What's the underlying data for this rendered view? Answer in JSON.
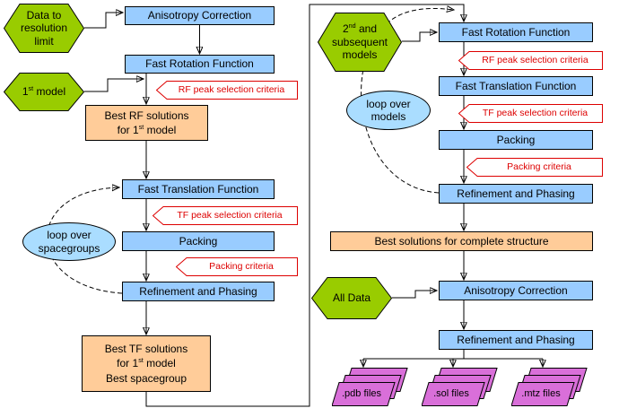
{
  "colors": {
    "canvas_bg": "#ffffff",
    "process_fill": "#99ccff",
    "result_fill": "#ffcc99",
    "input_fill": "#99cc00",
    "loop_fill": "#aaddff",
    "criteria_color": "#dd0000",
    "file_fill": "#d96fd9",
    "line_color": "#000000"
  },
  "inputs": {
    "data_to_resolution": {
      "line1": "Data to",
      "line2": "resolution",
      "line3": "limit"
    },
    "first_model": {
      "pre": "1",
      "sup": "st",
      "post": " model"
    },
    "subsequent_models": {
      "line1_pre": "2",
      "line1_sup": "nd",
      "line1_post": " and",
      "line2": "subsequent",
      "line3": "models"
    },
    "all_data": "All Data"
  },
  "left_pipeline": {
    "anisotropy_correction": "Anisotropy Correction",
    "fast_rotation_function": "Fast Rotation Function",
    "rf_criteria": "RF peak selection criteria",
    "best_rf": {
      "line1": "Best RF solutions",
      "line2_pre": "for 1",
      "line2_sup": "st",
      "line2_post": " model"
    },
    "fast_translation_function": "Fast Translation Function",
    "tf_criteria": "TF peak selection criteria",
    "packing": "Packing",
    "packing_criteria": "Packing criteria",
    "refinement_phasing": "Refinement and Phasing",
    "loop_label": {
      "line1": "loop over",
      "line2": "spacegroups"
    },
    "best_tf": {
      "line1": "Best TF solutions",
      "line2_pre": "for 1",
      "line2_sup": "st",
      "line2_post": " model",
      "line3": "Best spacegroup"
    }
  },
  "right_pipeline": {
    "fast_rotation_function": "Fast Rotation Function",
    "rf_criteria": "RF peak selection criteria",
    "fast_translation_function": "Fast Translation Function",
    "tf_criteria": "TF peak selection criteria",
    "packing": "Packing",
    "packing_criteria": "Packing criteria",
    "refinement_phasing": "Refinement and Phasing",
    "loop_label": {
      "line1": "loop over",
      "line2": "models"
    },
    "best_solutions": "Best solutions for complete structure",
    "anisotropy_correction": "Anisotropy Correction",
    "refinement_phasing_final": "Refinement and Phasing",
    "outputs": {
      "pdb": ".pdb files",
      "sol": ".sol files",
      "mtz": ".mtz files"
    }
  }
}
